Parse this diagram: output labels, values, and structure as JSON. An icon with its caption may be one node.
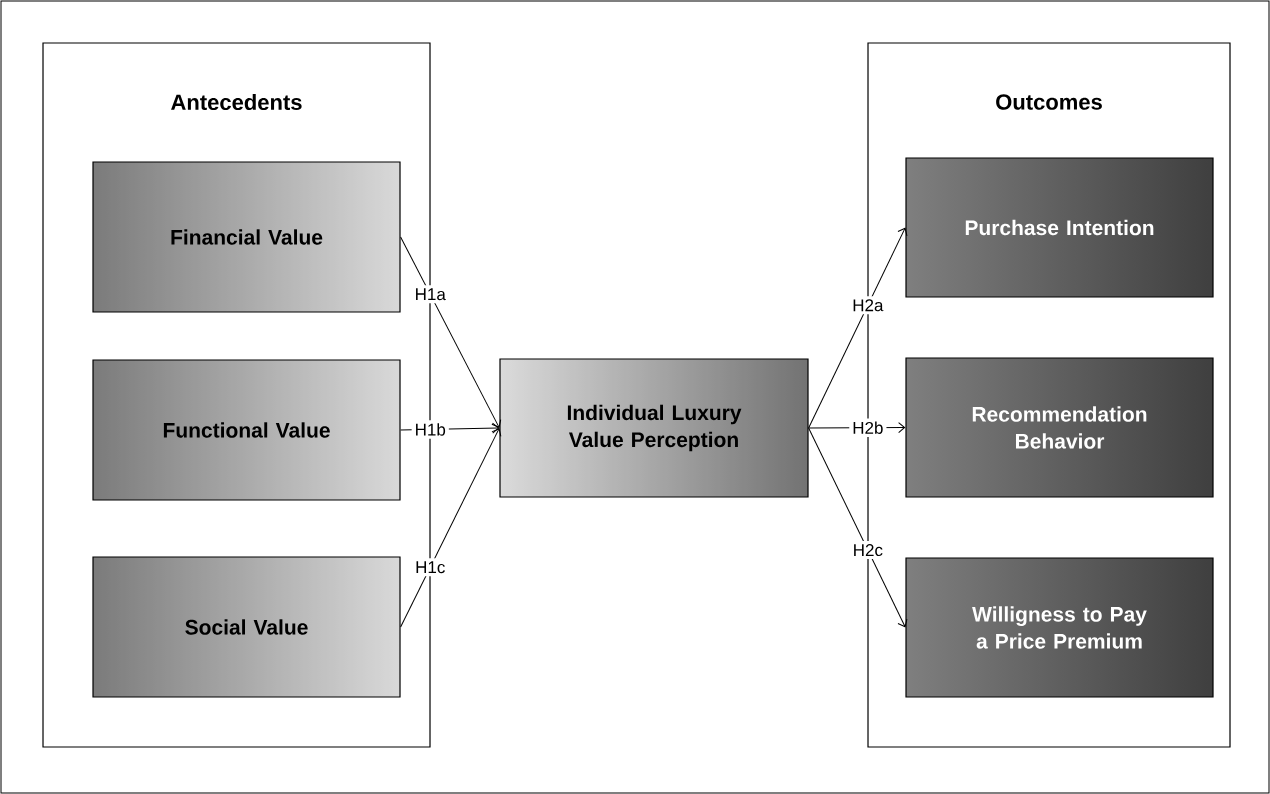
{
  "diagram": {
    "nodes": [
      {
        "text": [
          "Antecedents"
        ]
      },
      {
        "text": [
          "Financial Value"
        ],
        "in": 0
      },
      {
        "text": [
          "Functional Value"
        ],
        "in": 0
      },
      {
        "text": [
          "Social Value"
        ],
        "in": 0
      },
      {
        "text": [
          "Individual Luxury Value Perception"
        ]
      },
      {
        "text": [
          "Outcomes"
        ]
      },
      {
        "text": [
          "Purchase Intention"
        ],
        "in": 5
      },
      {
        "text": [
          "Recommendation Behavior"
        ],
        "in": 5
      },
      {
        "text": [
          "Willigness to Pay a Price Premium"
        ],
        "in": 5
      }
    ],
    "edges": [
      {
        "from": 1,
        "to": 4,
        "arrow": "to",
        "label": "H1a"
      },
      {
        "from": 2,
        "to": 4,
        "arrow": "to",
        "label": "H1b"
      },
      {
        "from": 3,
        "to": 4,
        "arrow": "to",
        "label": "H1c"
      },
      {
        "from": 4,
        "to": 6,
        "arrow": "to",
        "label": "H2a"
      },
      {
        "from": 4,
        "to": 7,
        "arrow": "to",
        "label": "H2b"
      },
      {
        "from": 4,
        "to": 8,
        "arrow": "to",
        "label": "H2c"
      }
    ]
  }
}
